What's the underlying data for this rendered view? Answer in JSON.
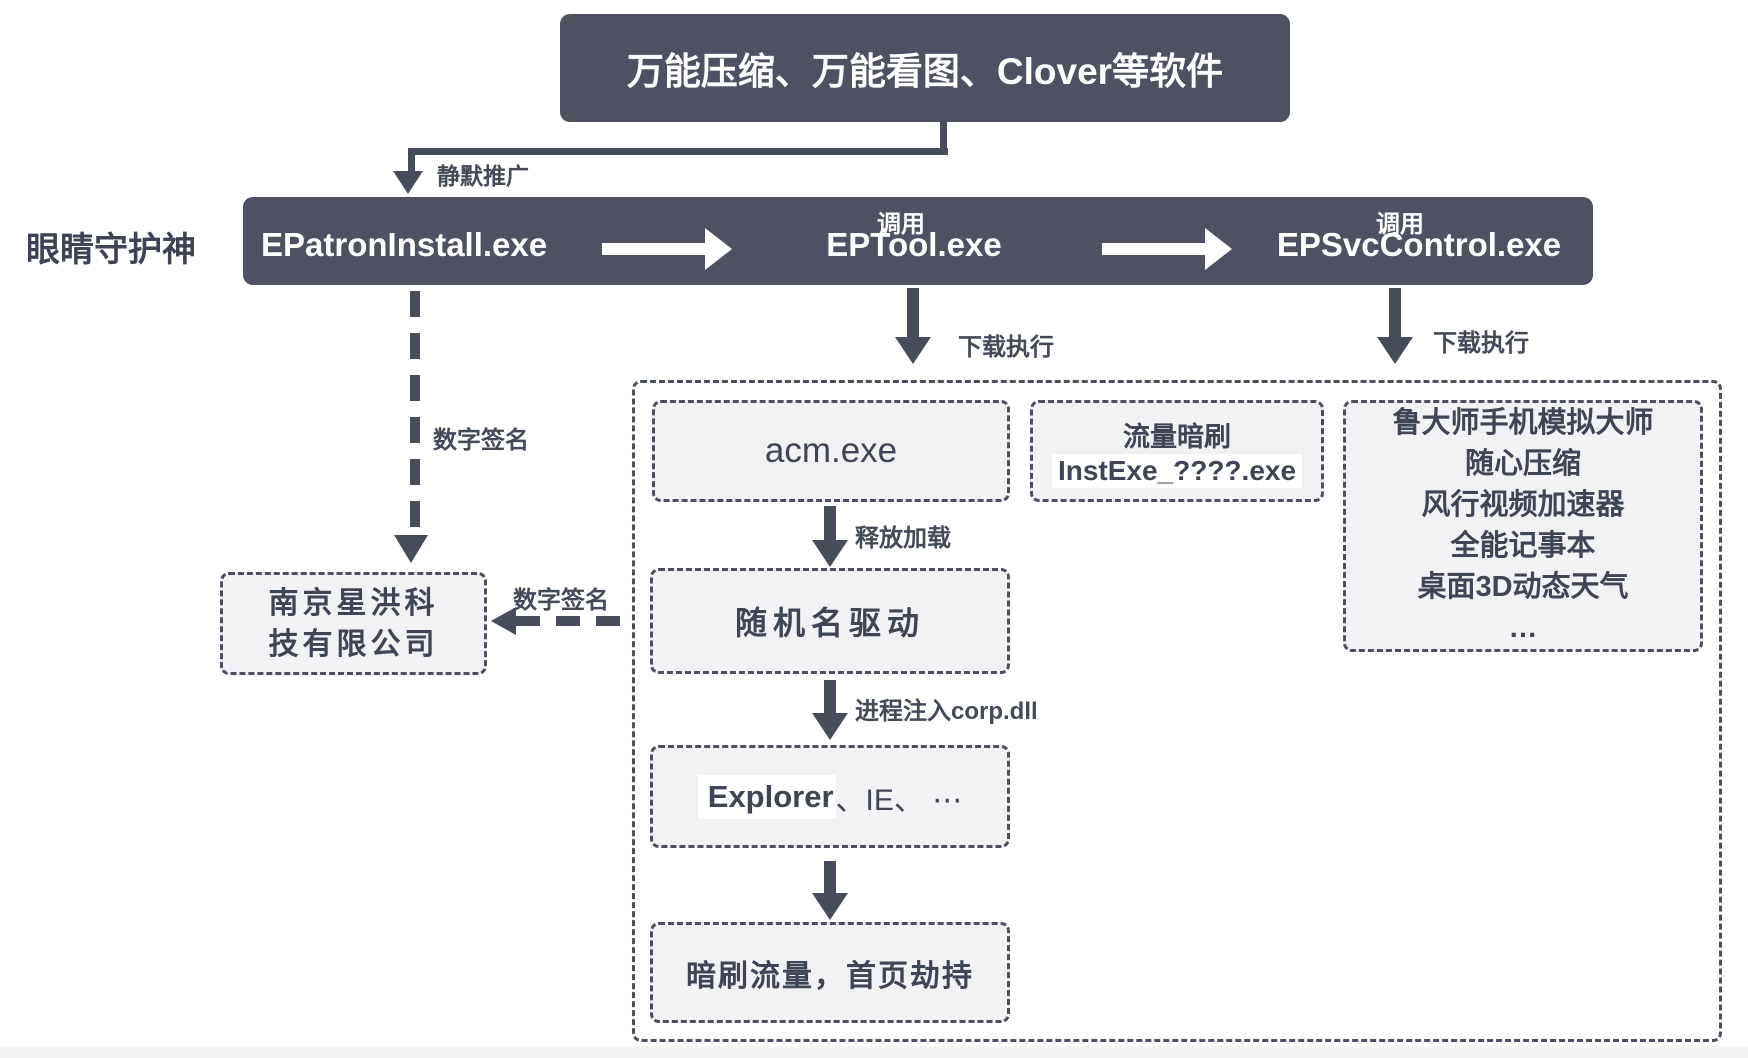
{
  "colors": {
    "dark_box": "#4d5161",
    "arrow": "#474c5b",
    "light_fill": "#f2f2f4",
    "dashed_border": "#4b5060",
    "dark_text": "#3f4554",
    "white": "#ffffff"
  },
  "top_box": {
    "label": "万能压缩、万能看图、Clover等软件"
  },
  "family_label": "眼睛守护神",
  "process_bar": {
    "items": [
      "EPatronInstall.exe",
      "EPTool.exe",
      "EPSvcControl.exe"
    ]
  },
  "edges": {
    "silent_promo": "静默推广",
    "invoke_1": "调用",
    "invoke_2": "调用",
    "digital_sign_left": "数字签名",
    "digital_sign_bottom": "数字签名",
    "download_exec_1": "下载执行",
    "download_exec_2": "下载执行",
    "release_load": "释放加载",
    "process_inject": "进程注入corp.dll"
  },
  "company_box": {
    "line1": "南京星洪科",
    "line2": "技有限公司"
  },
  "payloads": {
    "acm": "acm.exe",
    "traffic_box": {
      "line1": "流量暗刷",
      "line2": "InstExe_????.exe"
    },
    "driver": "随机名驱动",
    "explorer": {
      "highlight": "Explorer",
      "rest": "、IE、 ⋯"
    },
    "hijack": "暗刷流量，首页劫持"
  },
  "software_box": {
    "lines": [
      "鲁大师手机模拟大师",
      "随心压缩",
      "风行视频加速器",
      "全能记事本",
      "桌面3D动态天气",
      "…"
    ]
  }
}
